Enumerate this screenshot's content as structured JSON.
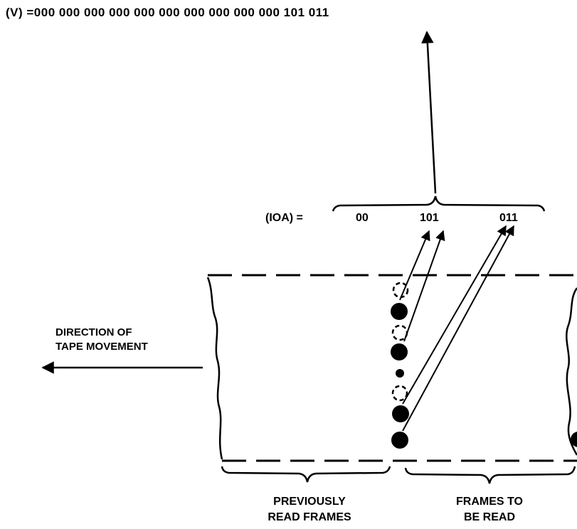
{
  "v_register": "(V) =000 000 000 000 000 000 000 000 000 000 101 011",
  "ioa_label": "(IOA) =",
  "ioa_fields": [
    "00",
    "101",
    "011"
  ],
  "direction_label": [
    "DIRECTION OF",
    "TAPE MOVEMENT"
  ],
  "previously_read_label": [
    "PREVIOUSLY",
    "READ FRAMES"
  ],
  "frames_to_be_read_label": [
    "FRAMES TO",
    "BE READ"
  ]
}
